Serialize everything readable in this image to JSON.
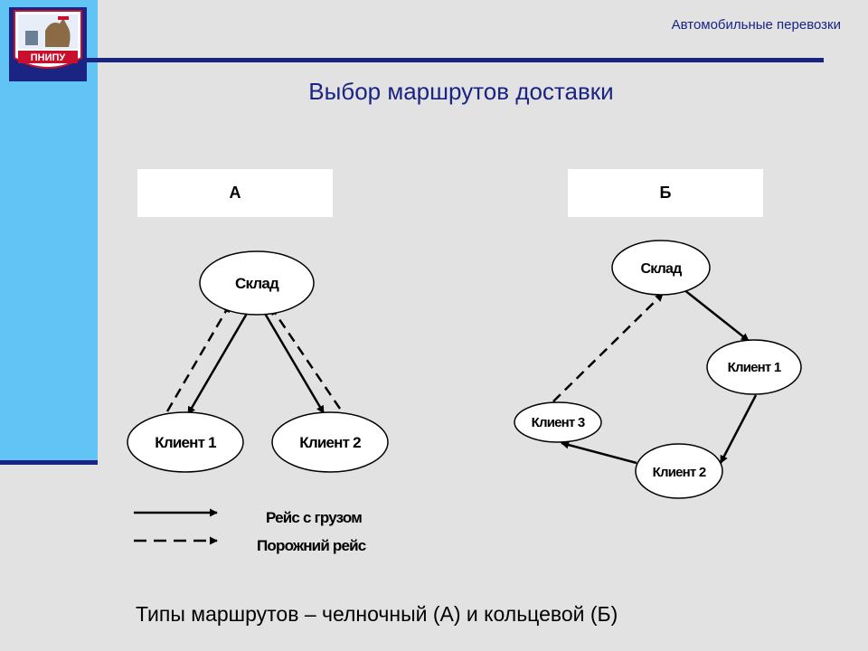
{
  "header": {
    "course": "Автомобильные перевозки",
    "logo_text": "ПНИПУ"
  },
  "title": "Выбор маршрутов доставки",
  "panel_a": {
    "label": "А",
    "nodes": {
      "warehouse": "Склад",
      "client1": "Клиент 1",
      "client2": "Клиент 2"
    }
  },
  "panel_b": {
    "label": "Б",
    "nodes": {
      "warehouse": "Склад",
      "client1": "Клиент 1",
      "client2": "Клиент 2",
      "client3": "Клиент 3"
    }
  },
  "legend": {
    "loaded": "Рейс с грузом",
    "empty": "Порожний рейс"
  },
  "caption": "Типы маршрутов – челночный (А) и кольцевой (Б)",
  "colors": {
    "accent": "#1a2483",
    "sidebar": "#62c3f5",
    "background": "#e2e2e2"
  }
}
